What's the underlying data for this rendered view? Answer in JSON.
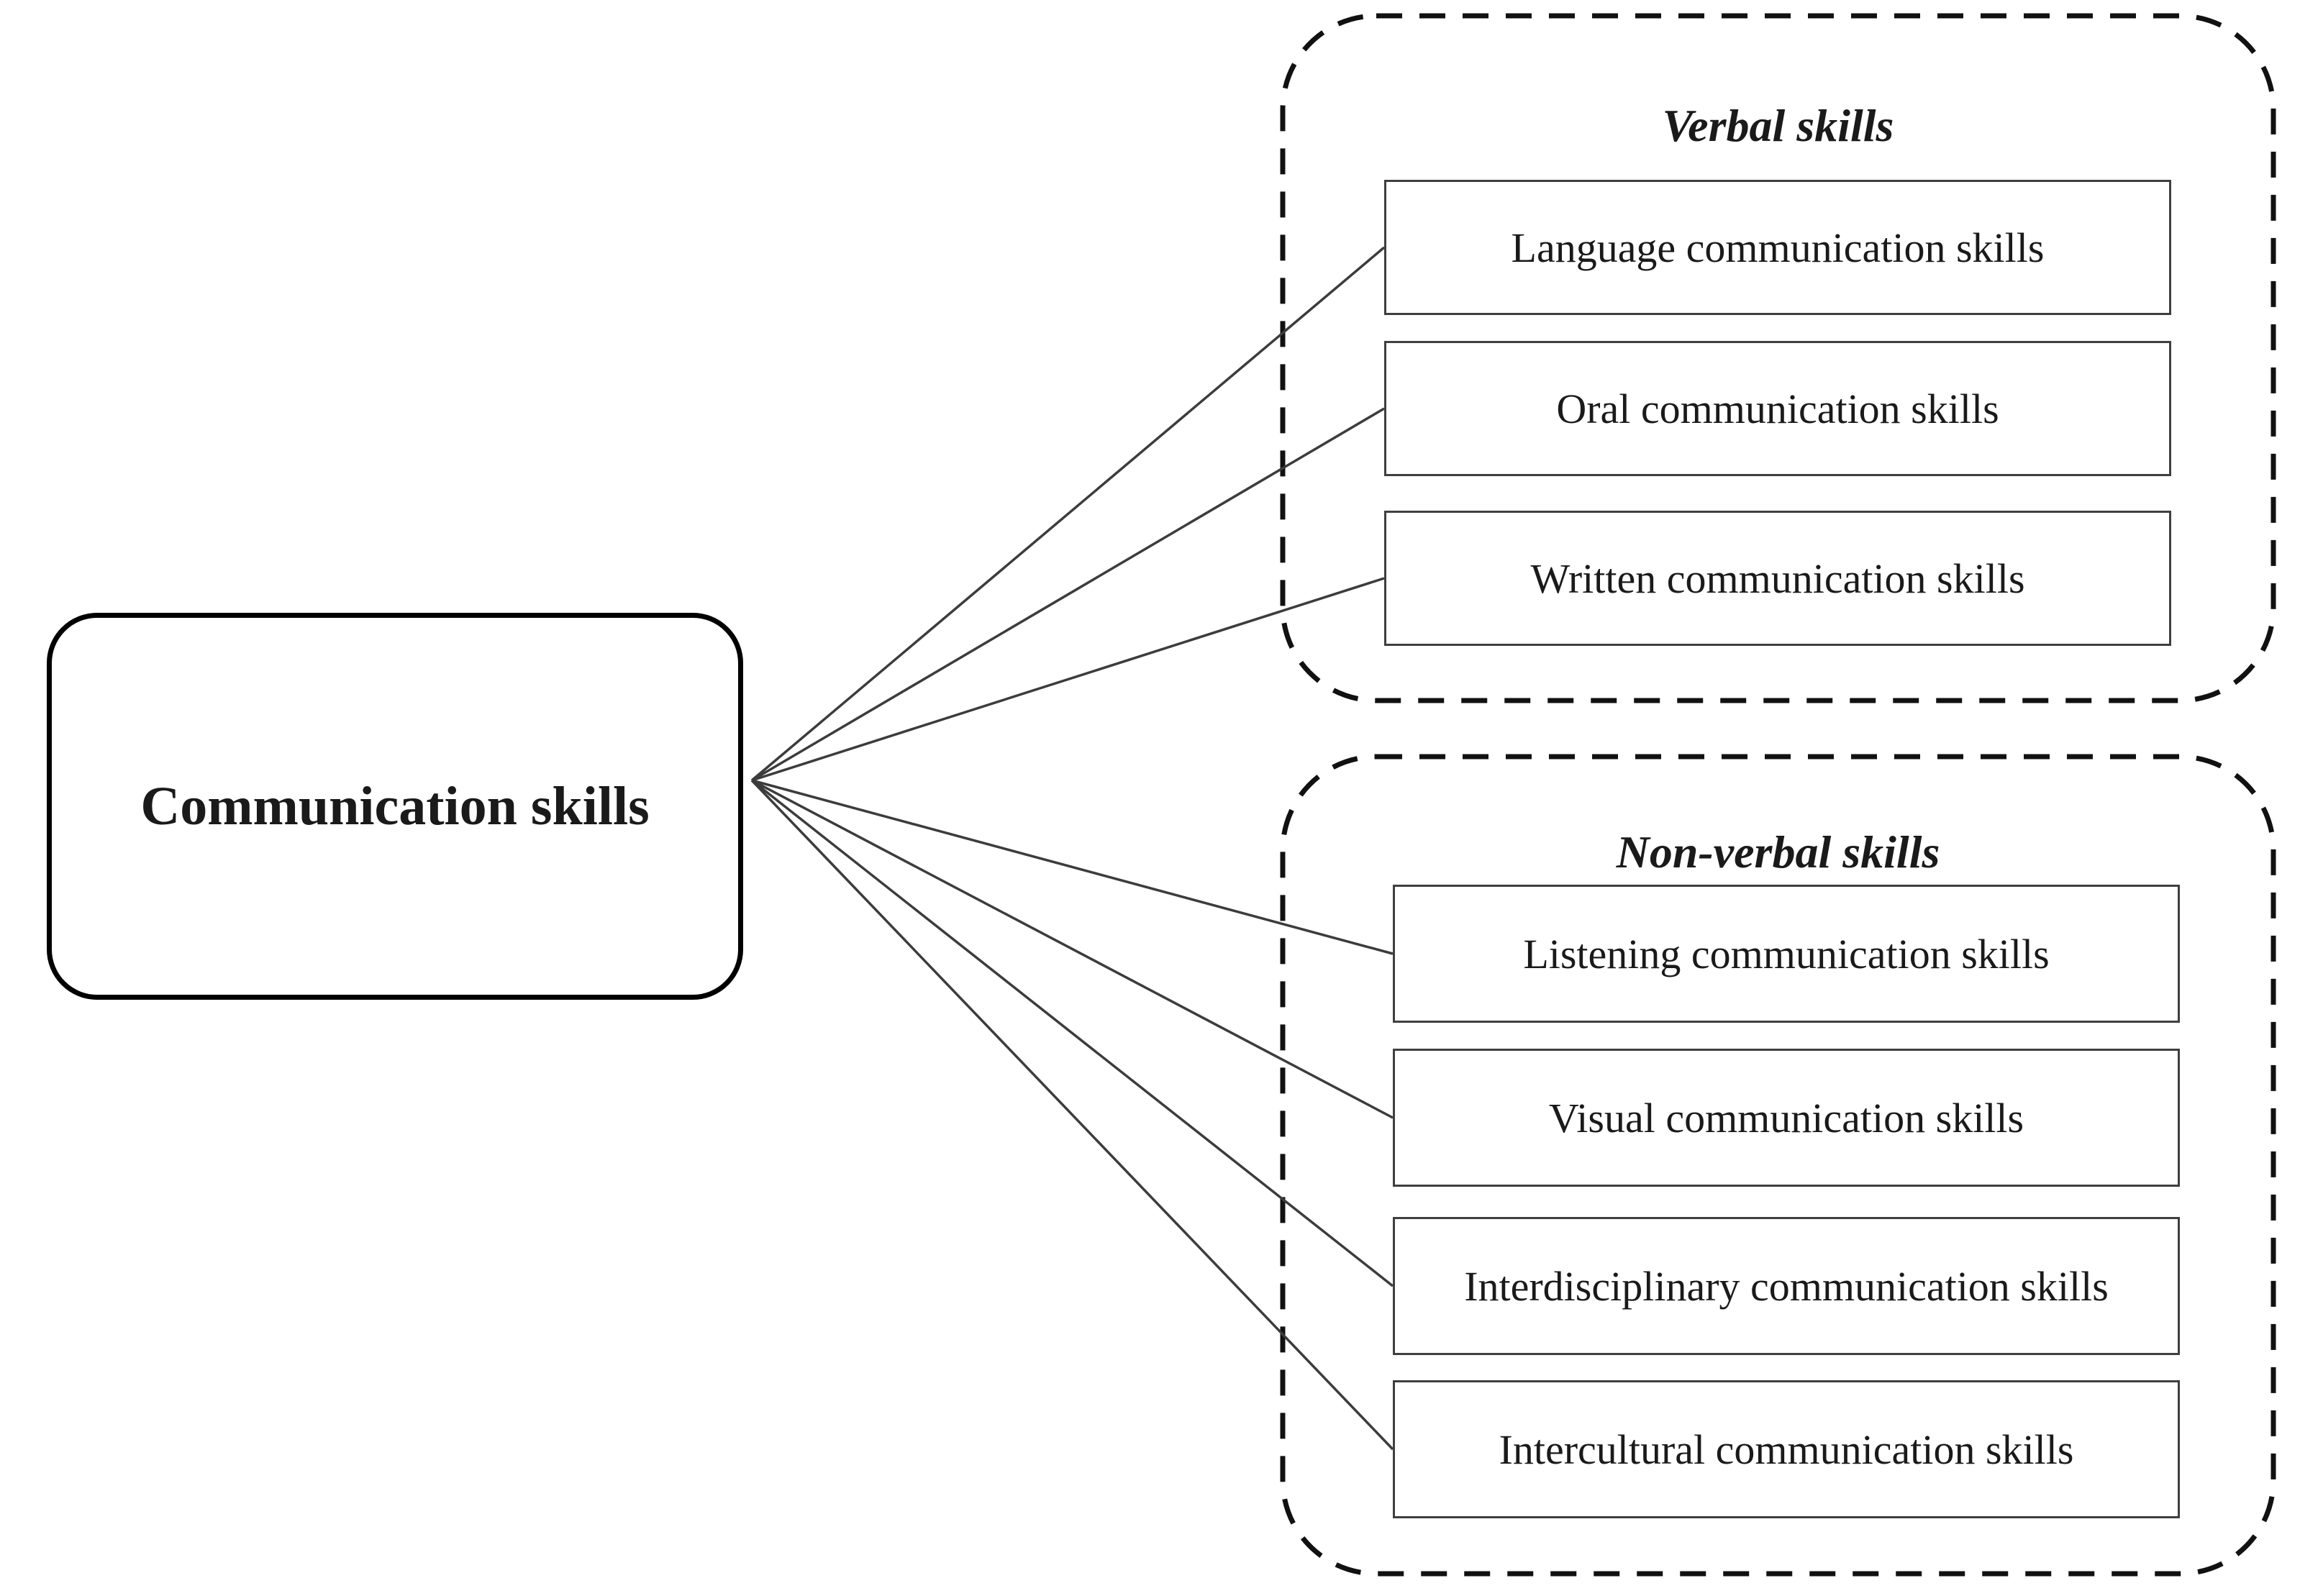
{
  "figure": {
    "type": "diagram",
    "root": {
      "label": "Communication skills"
    },
    "groups": [
      {
        "title": "Verbal skills",
        "items": [
          {
            "label": "Language communication skills"
          },
          {
            "label": "Oral communication skills"
          },
          {
            "label": "Written communication skills"
          }
        ]
      },
      {
        "title": "Non-verbal skills",
        "items": [
          {
            "label": "Listening communication skills"
          },
          {
            "label": "Visual communication skills"
          },
          {
            "label": "Interdisciplinary communication skills"
          },
          {
            "label": "Intercultural communication skills"
          }
        ]
      }
    ],
    "colors": {
      "background": "#ffffff",
      "text": "#1a1a1a",
      "root_border": "#000000",
      "item_border": "#3f3f3f",
      "dashed_group_border": "#111111",
      "connector_line": "#3c3c3c"
    }
  }
}
